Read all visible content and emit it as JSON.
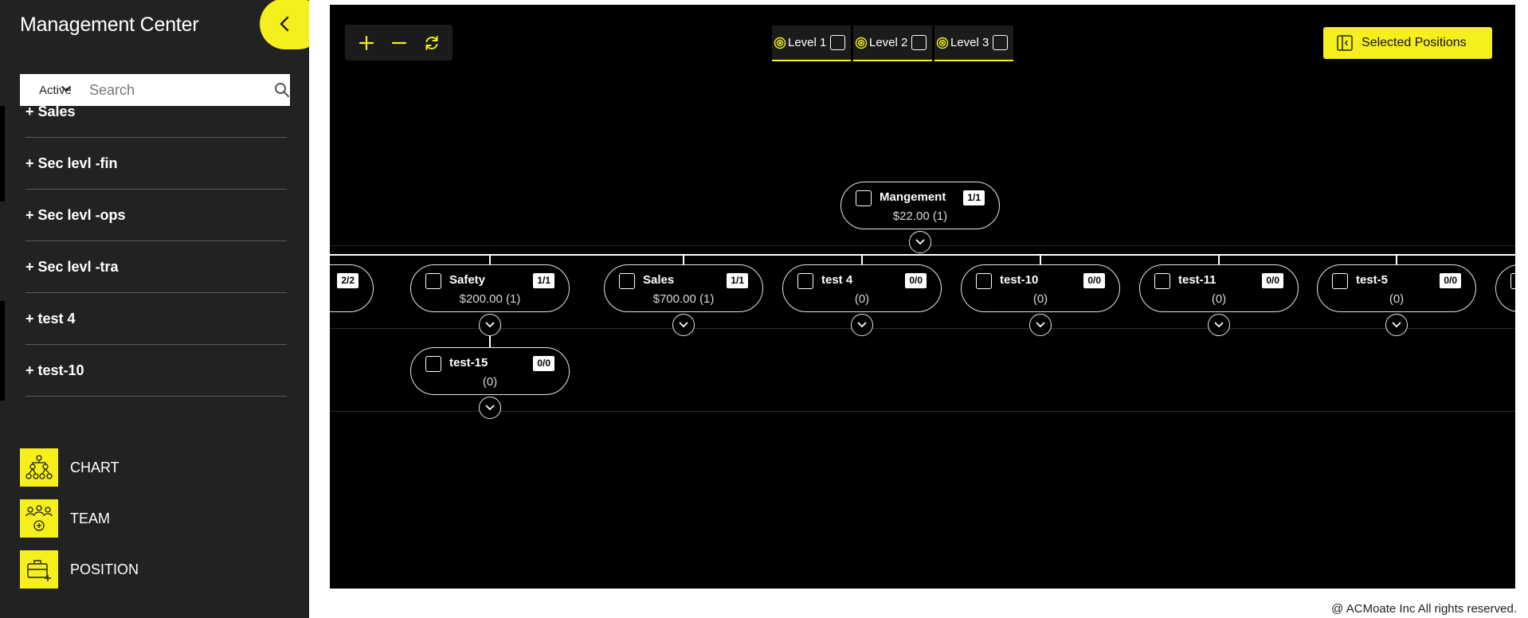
{
  "sidebar": {
    "title": "Management Center",
    "filter": {
      "status": "Active",
      "search_placeholder": "Search"
    },
    "list": [
      "+ Sales",
      "+ Sec levl -fin",
      "+ Sec levl -ops",
      "+ Sec levl -tra",
      "+ test 4",
      "+ test-10"
    ],
    "nav": [
      {
        "label": "CHART",
        "icon": "org-chart-icon"
      },
      {
        "label": "TEAM",
        "icon": "team-icon"
      },
      {
        "label": "POSITION",
        "icon": "briefcase-add-icon"
      }
    ]
  },
  "toolbar": {
    "zoom_in_icon": "plus-icon",
    "zoom_out_icon": "minus-icon",
    "reset_icon": "refresh-icon",
    "levels": [
      "Level 1",
      "Level 2",
      "Level 3"
    ],
    "selected_positions": "Selected Positions"
  },
  "chart": {
    "root": {
      "name": "Mangement",
      "count": "1/1",
      "value": "$22.00 (1)"
    },
    "children": [
      {
        "name": "",
        "count": "2/2",
        "value": ""
      },
      {
        "name": "Safety",
        "count": "1/1",
        "value": "$200.00 (1)"
      },
      {
        "name": "Sales",
        "count": "1/1",
        "value": "$700.00 (1)"
      },
      {
        "name": "test 4",
        "count": "0/0",
        "value": "(0)"
      },
      {
        "name": "test-10",
        "count": "0/0",
        "value": "(0)"
      },
      {
        "name": "test-11",
        "count": "0/0",
        "value": "(0)"
      },
      {
        "name": "test-5",
        "count": "0/0",
        "value": "(0)"
      }
    ],
    "grandchild": {
      "name": "test-15",
      "count": "0/0",
      "value": "(0)"
    }
  },
  "colors": {
    "accent": "#f5ef1b",
    "sidebar_bg": "#222222",
    "canvas_bg": "#000000"
  },
  "footer": "@ ACMoate Inc All rights reserved."
}
